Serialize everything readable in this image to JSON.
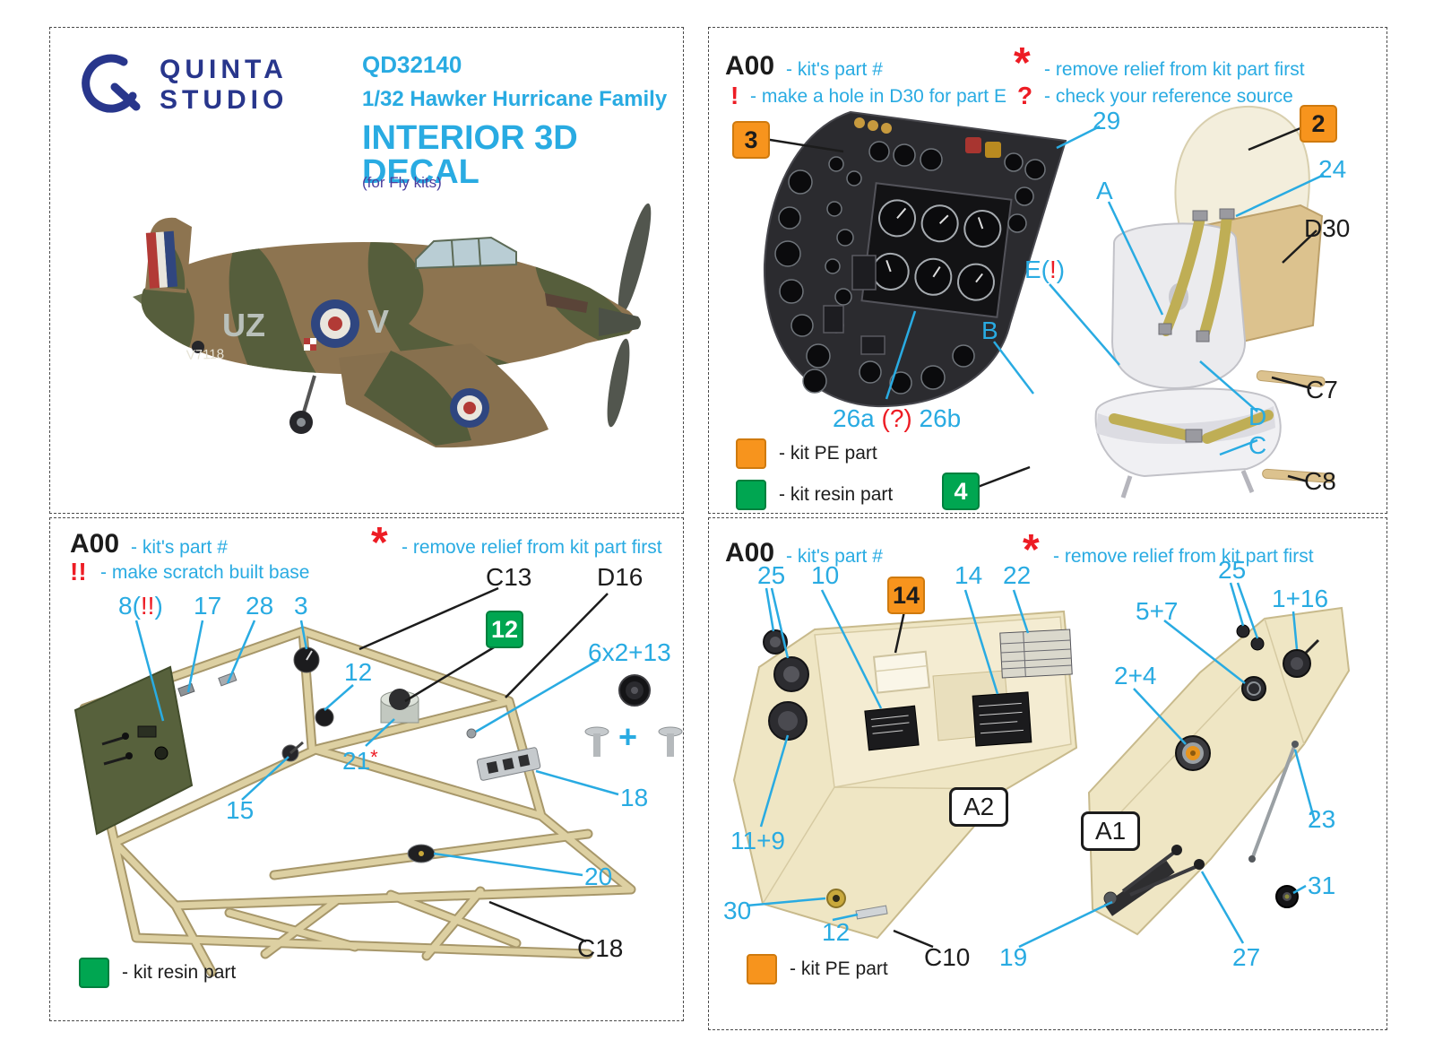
{
  "colors": {
    "accent_cyan": "#29abe2",
    "warning_red": "#ed1c24",
    "pe_orange": "#f7941d",
    "resin_green": "#00a651",
    "brand_navy": "#28368c"
  },
  "brand": {
    "name_line1": "QUINTA",
    "name_line2": "STUDIO",
    "code": "QD32140",
    "title": "1/32 Hawker Hurricane Family",
    "subtitle": "INTERIOR 3D DECAL",
    "note": "(for Fly kits)"
  },
  "aircraft": {
    "code_left": "UZ",
    "code_right": "V",
    "serial": "V7118"
  },
  "legend": {
    "a00": "A00",
    "kits_part": "- kit's part #",
    "star": "*",
    "remove_relief": "- remove relief from kit part first",
    "excl": "!",
    "make_hole": "- make a hole in D30 for part E",
    "quest": "?",
    "check_ref": "- check your reference source",
    "dblexcl": "!!",
    "scratch_base": "- make scratch built base",
    "pe_part": "- kit PE part",
    "resin_part": "- kit resin part"
  },
  "tr": {
    "pe3": "3",
    "c29": "29",
    "c26a": "26a",
    "c26q": "(?)",
    "c26b": "26b",
    "pe2": "2",
    "c24": "24",
    "d30": "D30",
    "a": "A",
    "e_pre": "E(",
    "e_mark": "!",
    "e_suf": ")",
    "b": "B",
    "c7": "C7",
    "d": "D",
    "c": "C",
    "c8": "C8",
    "resin4": "4"
  },
  "bl": {
    "c8_pre": "8(",
    "c8_mark": "!!",
    "c8_suf": ")",
    "c17": "17",
    "c28": "28",
    "c3": "3",
    "c12": "12",
    "c13": "C13",
    "d16": "D16",
    "resin12": "12",
    "c6": "6x2+13",
    "plus": "+",
    "c21": "21",
    "c21_mark": "*",
    "c18pe": "18",
    "c15": "15",
    "c20": "20",
    "c18": "C18"
  },
  "br": {
    "c25l": "25",
    "c10n": "10",
    "pe14": "14",
    "c14": "14",
    "c22": "22",
    "c25r": "25",
    "c116": "1+16",
    "c57": "5+7",
    "c24n": "2+4",
    "c119": "11+9",
    "c30": "30",
    "c12": "12",
    "c10": "C10",
    "a2": "A2",
    "a1": "A1",
    "c19": "19",
    "c23": "23",
    "c31": "31",
    "c27": "27"
  }
}
